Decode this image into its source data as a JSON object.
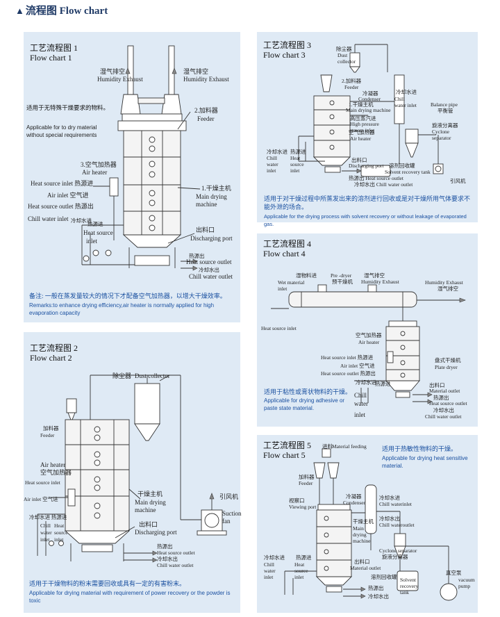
{
  "header": {
    "title": "流程图  Flow chart"
  },
  "chart1": {
    "title_cn": "工艺流程图 1",
    "title_en": "Flow chart 1",
    "desc_cn": "适用于无特殊干燥要求的物料。",
    "desc_en": "Applicable for to dry material without special requirements",
    "labels": {
      "humid_l_cn": "湿气排空",
      "humid_l_en": "Humidity Exhaust",
      "humid_r_cn": "湿气排空",
      "humid_r_en": "Humidity Exhaust",
      "feeder_cn": "2.加料器",
      "feeder_en": "Feeder",
      "air_heater_cn": "3.空气加热器",
      "air_heater_en": "Air heater",
      "hs_inlet": "Heat source inlet 热源进",
      "air_inlet": "Air inlet 空气进",
      "hs_outlet": "Heat source outlet 热源出",
      "cw_inlet": "Chill water inlet",
      "cw_in_cn": "冷却水进",
      "hs_in2_cn": "热源进",
      "hs_in2_en": "Heat source",
      "main_cn": "1.干燥主机",
      "main_en": "Main drying machine",
      "discharge_cn": "出料口",
      "discharge_en": "Discharging port",
      "hs_out_cn": "热源出",
      "hs_out_en": "Heat source outlet",
      "cw_out_cn": "冷却水出",
      "cw_out_en": "Chill water outlet"
    },
    "remark_cn": "备注: 一般在蒸发量较大的情况下才配备空气加热器，以增大干燥效率。",
    "remark_en": "Remarks:to enhance drying efficiency,air heater is normally applied for high evaporation capacity"
  },
  "chart2": {
    "title_cn": "工艺流程图 2",
    "title_en": "Flow chart 2",
    "labels": {
      "dust_cn": "除尘器",
      "dust_en": "Dust collector",
      "feeder_cn": "加料器",
      "feeder_en": "Feeder",
      "air_heater_en": "Air heater",
      "air_heater_cn": "空气加热器",
      "hs_inlet": "Heat source inlet",
      "air_inlet": "Air inlet 空气进",
      "cw_in": "冷却水进 热源进",
      "chill": "Chill",
      "water": "water",
      "inlet": "inlet",
      "heat": "Heat",
      "source": "source",
      "inlet2": "inlet",
      "main_cn": "干燥主机",
      "main_en": "Main drying machine",
      "discharge_cn": "出料口",
      "discharge_en": "Discharging port",
      "hs_out_cn": "热源出",
      "hs_out_en": "Heat source outlet",
      "cw_out_cn": "冷却水出",
      "cw_out_en": "Chill water outlet",
      "fan_cn": "引风机",
      "fan_en": "Suction fan"
    },
    "desc_cn": "适用于干燥物料的粉末需要回收或具有一定的有害粉末。",
    "desc_en": "Applicable for drying material with requirement of power recovery or the powder is toxic"
  },
  "chart3": {
    "title_cn": "工艺流程图 3",
    "title_en": "Flow chart 3",
    "labels": {
      "dust_cn": "除尘器",
      "dust_en": "Dust collector",
      "feeder_cn": "2.加料器",
      "feeder_en": "Feeder",
      "condenser_cn": "冷凝器",
      "condenser_en": "Condenser",
      "main_cn": "1.干燥主机",
      "main_en": "Main drying machine",
      "hp_cn": "高压蒸汽进",
      "hp_en": "High pressure stream inlet",
      "air_heater_cn": "空气加热器",
      "air_heater_en": "Air heater",
      "cw_in_cn": "冷却水进",
      "cw_in_en": "Chill water inlet",
      "cw_in2_cn": "冷却水进",
      "cw_in2_en": "Chill water inlet",
      "hs_in_cn": "热源进",
      "hs_in_en": "Heat source inlet",
      "discharge_cn": "出料口",
      "discharge_en": "Discharging port",
      "hs_out": "热源出 Heat source outlet",
      "cw_out": "冷却水出 Chill water outlet",
      "solvent_cn": "溶剂回收罐",
      "solvent_en": "Solvent recovery tank",
      "balance_en": "Balance pipe",
      "balance_cn": "平衡管",
      "cyclone_cn": "旋液分离器",
      "cyclone_en": "Cyclone separator",
      "fan_cn": "引风机"
    },
    "desc_cn": "适用于对干燥过程中所蒸发出来的溶剂进行回收或是对干燥所用气体要求不能外泄的场合。",
    "desc_en": "Applicable for the drying process with solvent recovery or without leakage of evaporated gas."
  },
  "chart4": {
    "title_cn": "工艺流程图 4",
    "title_en": "Flow chart 4",
    "labels": {
      "wet_cn": "湿物料进",
      "wet_en": "Wet material inlet",
      "pre_en": "Pre -dryer",
      "pre_cn": "预干燥机",
      "humid_cn": "湿气排空",
      "humid_en": "Humidity Exhaust",
      "humid2_en": "Humidity Exhaust",
      "humid2_cn": "湿气排空",
      "hs_inlet": "Heat source inlet",
      "air_heater_cn": "空气加热器",
      "air_heater_en": "Air heater",
      "plate_cn": "盘式干燥机",
      "plate_en": "Plate dryer",
      "hs_in": "Heat source inlet 热源进",
      "air_in": "Air inlet 空气进",
      "hs_out": "Heat source outlet 热源出",
      "cw_in": "冷却水进",
      "hs_in_cn": "热源进",
      "chill": "Chill",
      "water": "water",
      "inlet": "inlet",
      "mat_out_cn": "出料口",
      "mat_out_en": "Material outlet",
      "hs_out_cn": "热源出",
      "hs_out_en": "Heat source outlet",
      "cw_out_cn": "冷却水出",
      "cw_out_en": "Chill water outlet"
    },
    "desc_cn": "适用于粘性或膏状物料的干燥。",
    "desc_en": "Applicable for drying adhesive or paste state material."
  },
  "chart5": {
    "title_cn": "工艺流程图 5",
    "title_en": "Flow chart 5",
    "desc_cn": "适用于热敏性物料的干燥。",
    "desc_en": "Applicable for drying heat sensitive material.",
    "labels": {
      "feeding_cn": "进料",
      "feeding_en": "Material feeding",
      "feeder_cn": "加料器",
      "feeder_en": "Feeder",
      "viewing_cn": "视察口",
      "viewing_en": "Viewing port",
      "condenser_cn": "冷凝器",
      "condenser_en": "Condenser",
      "cw_in_cn": "冷却水进",
      "cw_in_en": "Chill waterinlet",
      "main_cn": "干燥主机",
      "main_en": "Main drying machine",
      "cw_out_cn": "冷却水出",
      "cw_out_en": "Chill wateroutlet",
      "cyclone_en": "Cyclone separator",
      "cyclone_cn": "旋液分离器",
      "cw_in2_cn": "冷却水进",
      "cw_in2_en": "Chill water inlet",
      "mat_out_cn": "出料口",
      "mat_out_en": "Material outlet",
      "hs_in_cn": "热源进",
      "hs_in_en": "Heat source inlet",
      "solvent_cn": "溶剂回收罐",
      "solvent_en": "Solvent recovery tank",
      "vacuum_cn": "真空泵",
      "vacuum_en": "vacuum pump",
      "hs_out_cn": "热源出",
      "cw_out2_cn": "冷却水出"
    }
  }
}
